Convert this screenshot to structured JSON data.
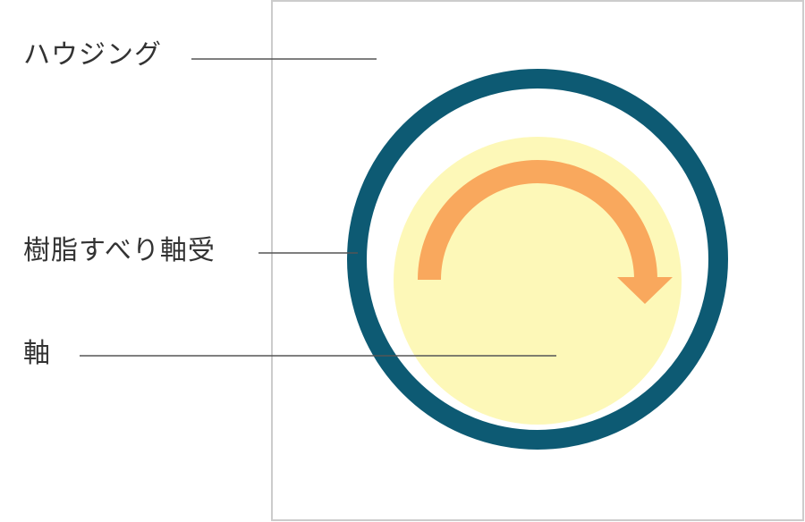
{
  "labels": {
    "housing": "ハウジング",
    "bearing": "樹脂すべり軸受",
    "shaft": "軸"
  },
  "colors": {
    "housing_frame": "#cccccc",
    "bearing_ring": "#0d5a73",
    "shaft_fill": "#fdf8b8",
    "rotation_arrow": "#f9a85d",
    "leader_line": "#555555",
    "text": "#333333"
  },
  "icons": {
    "rotation": "clockwise-arrow-icon"
  }
}
